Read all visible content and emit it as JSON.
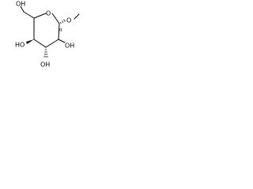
{
  "molecule": {
    "atom_labels": {
      "ch2oh_hydroxyl": "OH",
      "ring_oxygen": "O",
      "glycosidic_oxygen": "O",
      "c2_hydroxyl": "OH",
      "c3_hydroxyl": "OH",
      "c4_hydroxyl": "HO"
    },
    "stereo_alpha_label": "α"
  },
  "colors": {
    "bond": "#000000",
    "label": "#000000",
    "background": "#ffffff"
  }
}
